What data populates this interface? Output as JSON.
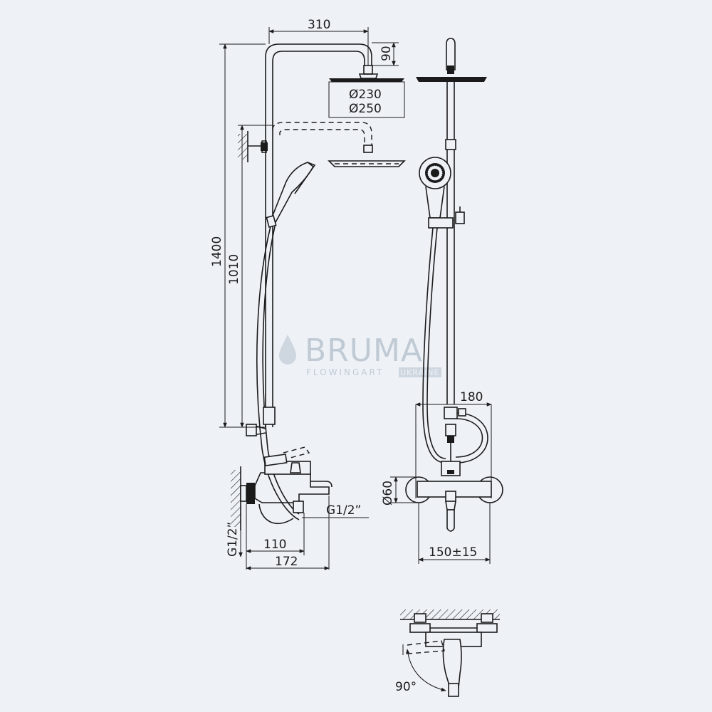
{
  "dimensions": {
    "top_width": "310",
    "arm_drop": "90",
    "head_small": "Ø230",
    "head_large": "Ø250",
    "total_height": "1400",
    "adjust_height": "1010",
    "spacing_180": "180",
    "diameter_60": "Ø60",
    "centers": "150±15",
    "thread_right": "G1/2”",
    "thread_left": "G1/2”",
    "depth_110": "110",
    "depth_172": "172",
    "angle": "90°"
  },
  "watermark": {
    "brand": "BRUMA",
    "tagline_main": "FLOWINGART",
    "tagline_box": "UKRAINE"
  },
  "colors": {
    "background": "#eef2f7",
    "line": "#1b1b1b",
    "watermark": "#b9c4cf"
  }
}
